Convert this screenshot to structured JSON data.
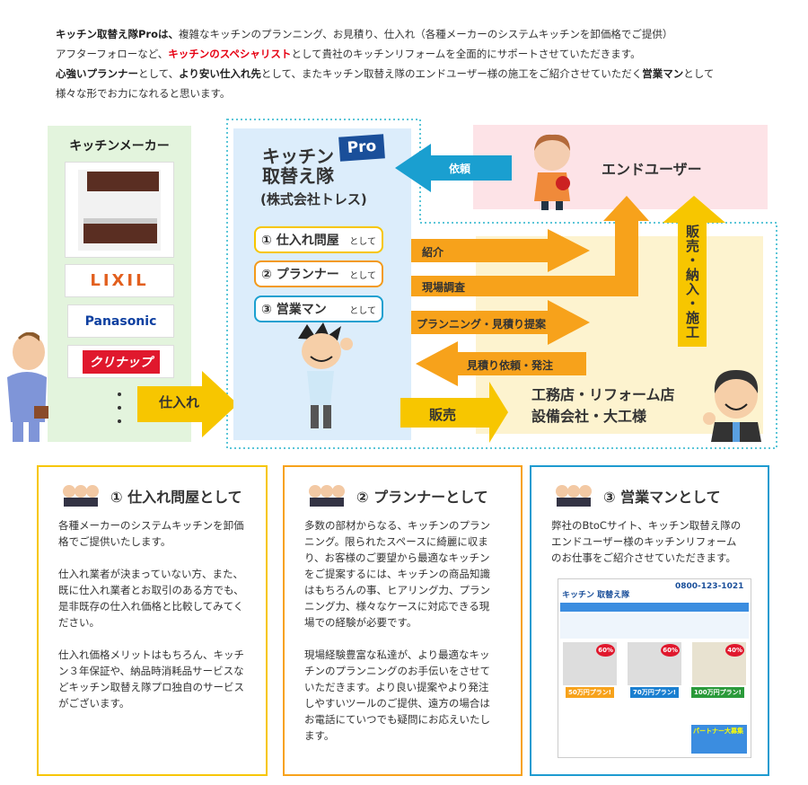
{
  "intro": {
    "l1_bold": "キッチン取替え隊Proは、",
    "l1": "複雑なキッチンのプランニング、お見積り、仕入れ（各種メーカーのシステムキッチンを卸価格でご提供）",
    "l2a": "アフターフォローなど、",
    "l2_red": "キッチンのスペシャリスト",
    "l2b": "として貴社のキッチンリフォームを全面的にサポートさせていただきます。",
    "l3_b1": "心強いプランナー",
    "l3a": "として、",
    "l3_b2": "より安い仕入れ先",
    "l3b": "として、またキッチン取替え隊のエンドユーザー様の施工をご紹介させていただく",
    "l3_b3": "営業マン",
    "l3c": "として",
    "l4": "様々な形でお力になれると思います。"
  },
  "maker": {
    "title": "キッチンメーカー",
    "logos": [
      "LIXIL",
      "Panasonic",
      "クリナップ"
    ]
  },
  "company": {
    "name1": "キッチン",
    "badge": "Pro",
    "name2": "取替え隊",
    "corp": "(株式会社トレス)",
    "roles": [
      {
        "label": "① 仕入れ問屋",
        "suffix": "として"
      },
      {
        "label": "② プランナー",
        "suffix": "として"
      },
      {
        "label": "③ 営業マン",
        "suffix": "として"
      }
    ]
  },
  "end_user": "エンドユーザー",
  "contractor": {
    "line1": "工務店・リフォーム店",
    "line2": "設備会社・大工様"
  },
  "arrows": {
    "request": "依頼",
    "purchase": "仕入れ",
    "intro": "紹介",
    "survey": "現場調査",
    "planning": "プランニング・見積り提案",
    "order": "見積り依頼・発注",
    "sales": "販売",
    "delivery": "販売・納入・施工"
  },
  "colors": {
    "yellow": "#f7c600",
    "orange": "#f7a21b",
    "blue": "#1a9fd0",
    "navy": "#1a4f9a"
  },
  "cards": [
    {
      "title": "① 仕入れ問屋として",
      "body": "各種メーカーのシステムキッチンを卸価\n格でご提供いたします。\n\n仕入れ業者が決まっていない方、また、\n既に仕入れ業者とお取引のある方でも、\n是非既存の仕入れ価格と比較してみてく\nださい。\n\n仕入れ価格メリットはもちろん、キッチ\nン３年保証や、納品時消耗品サービスな\nどキッチン取替え隊プロ独自のサービス\nがございます。"
    },
    {
      "title": "② プランナーとして",
      "body": "多数の部材からなる、キッチンのプラン\nニング。限られたスペースに綺麗に収ま\nり、お客様のご要望から最適なキッチン\nをご提案するには、キッチンの商品知識\nはもちろんの事、ヒアリング力、プラン\nニング力、様々なケースに対応できる現\n場での経験が必要です。\n\n現場経験豊富な私達が、より最適なキッ\nチンのプランニングのお手伝いをさせて\nいただきます。より良い提案やより発注\nしやすいツールのご提供、遠方の場合は\nお電話にていつでも疑問にお応えいたし\nます。"
    },
    {
      "title": "③ 営業マンとして",
      "body": "弊社のBtoCサイト、キッチン取替え隊の\nエンドユーザー様のキッチンリフォーム\nのお仕事をご紹介させていただきます。"
    }
  ],
  "site": {
    "logo": "キッチン 取替え隊",
    "phone": "0800-123-1021",
    "plans": [
      "50万円プラン!",
      "70万円プラン!",
      "100万円プラン!"
    ],
    "discounts": [
      "60%",
      "60%",
      "40%"
    ],
    "partner": "パートナー大募集"
  }
}
